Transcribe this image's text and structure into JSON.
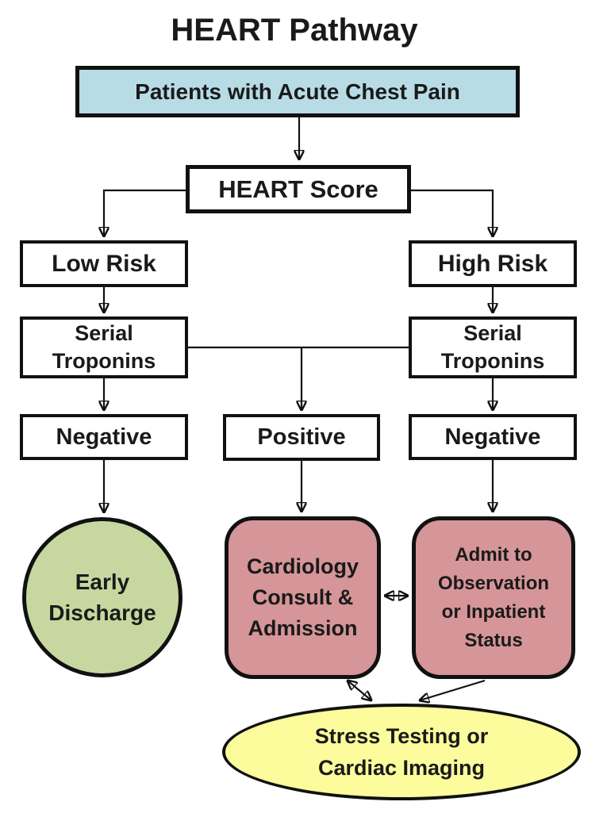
{
  "title": "HEART Pathway",
  "colors": {
    "blue": "#b7dce6",
    "pink": "#d69598",
    "green": "#c6d8a0",
    "yellow": "#fcfc9c",
    "outline": "#111111",
    "text": "#1a1a1a",
    "bg": "#ffffff"
  },
  "nodes": {
    "acute_chest_pain": {
      "label": "Patients with Acute Chest Pain"
    },
    "heart_score": {
      "label": "HEART Score"
    },
    "low_risk": {
      "label": "Low Risk"
    },
    "high_risk": {
      "label": "High Risk"
    },
    "serial_troponins_left": {
      "label": "Serial\nTroponins"
    },
    "serial_troponins_right": {
      "label": "Serial\nTroponins"
    },
    "negative_left": {
      "label": "Negative"
    },
    "positive": {
      "label": "Positive"
    },
    "negative_right": {
      "label": "Negative"
    },
    "early_discharge": {
      "label": "Early\nDischarge"
    },
    "cardiology": {
      "label": "Cardiology\nConsult &\nAdmission"
    },
    "admit": {
      "label": "Admit to\nObservation\nor Inpatient\nStatus"
    },
    "stress_testing": {
      "label": "Stress Testing or\nCardiac Imaging"
    }
  }
}
